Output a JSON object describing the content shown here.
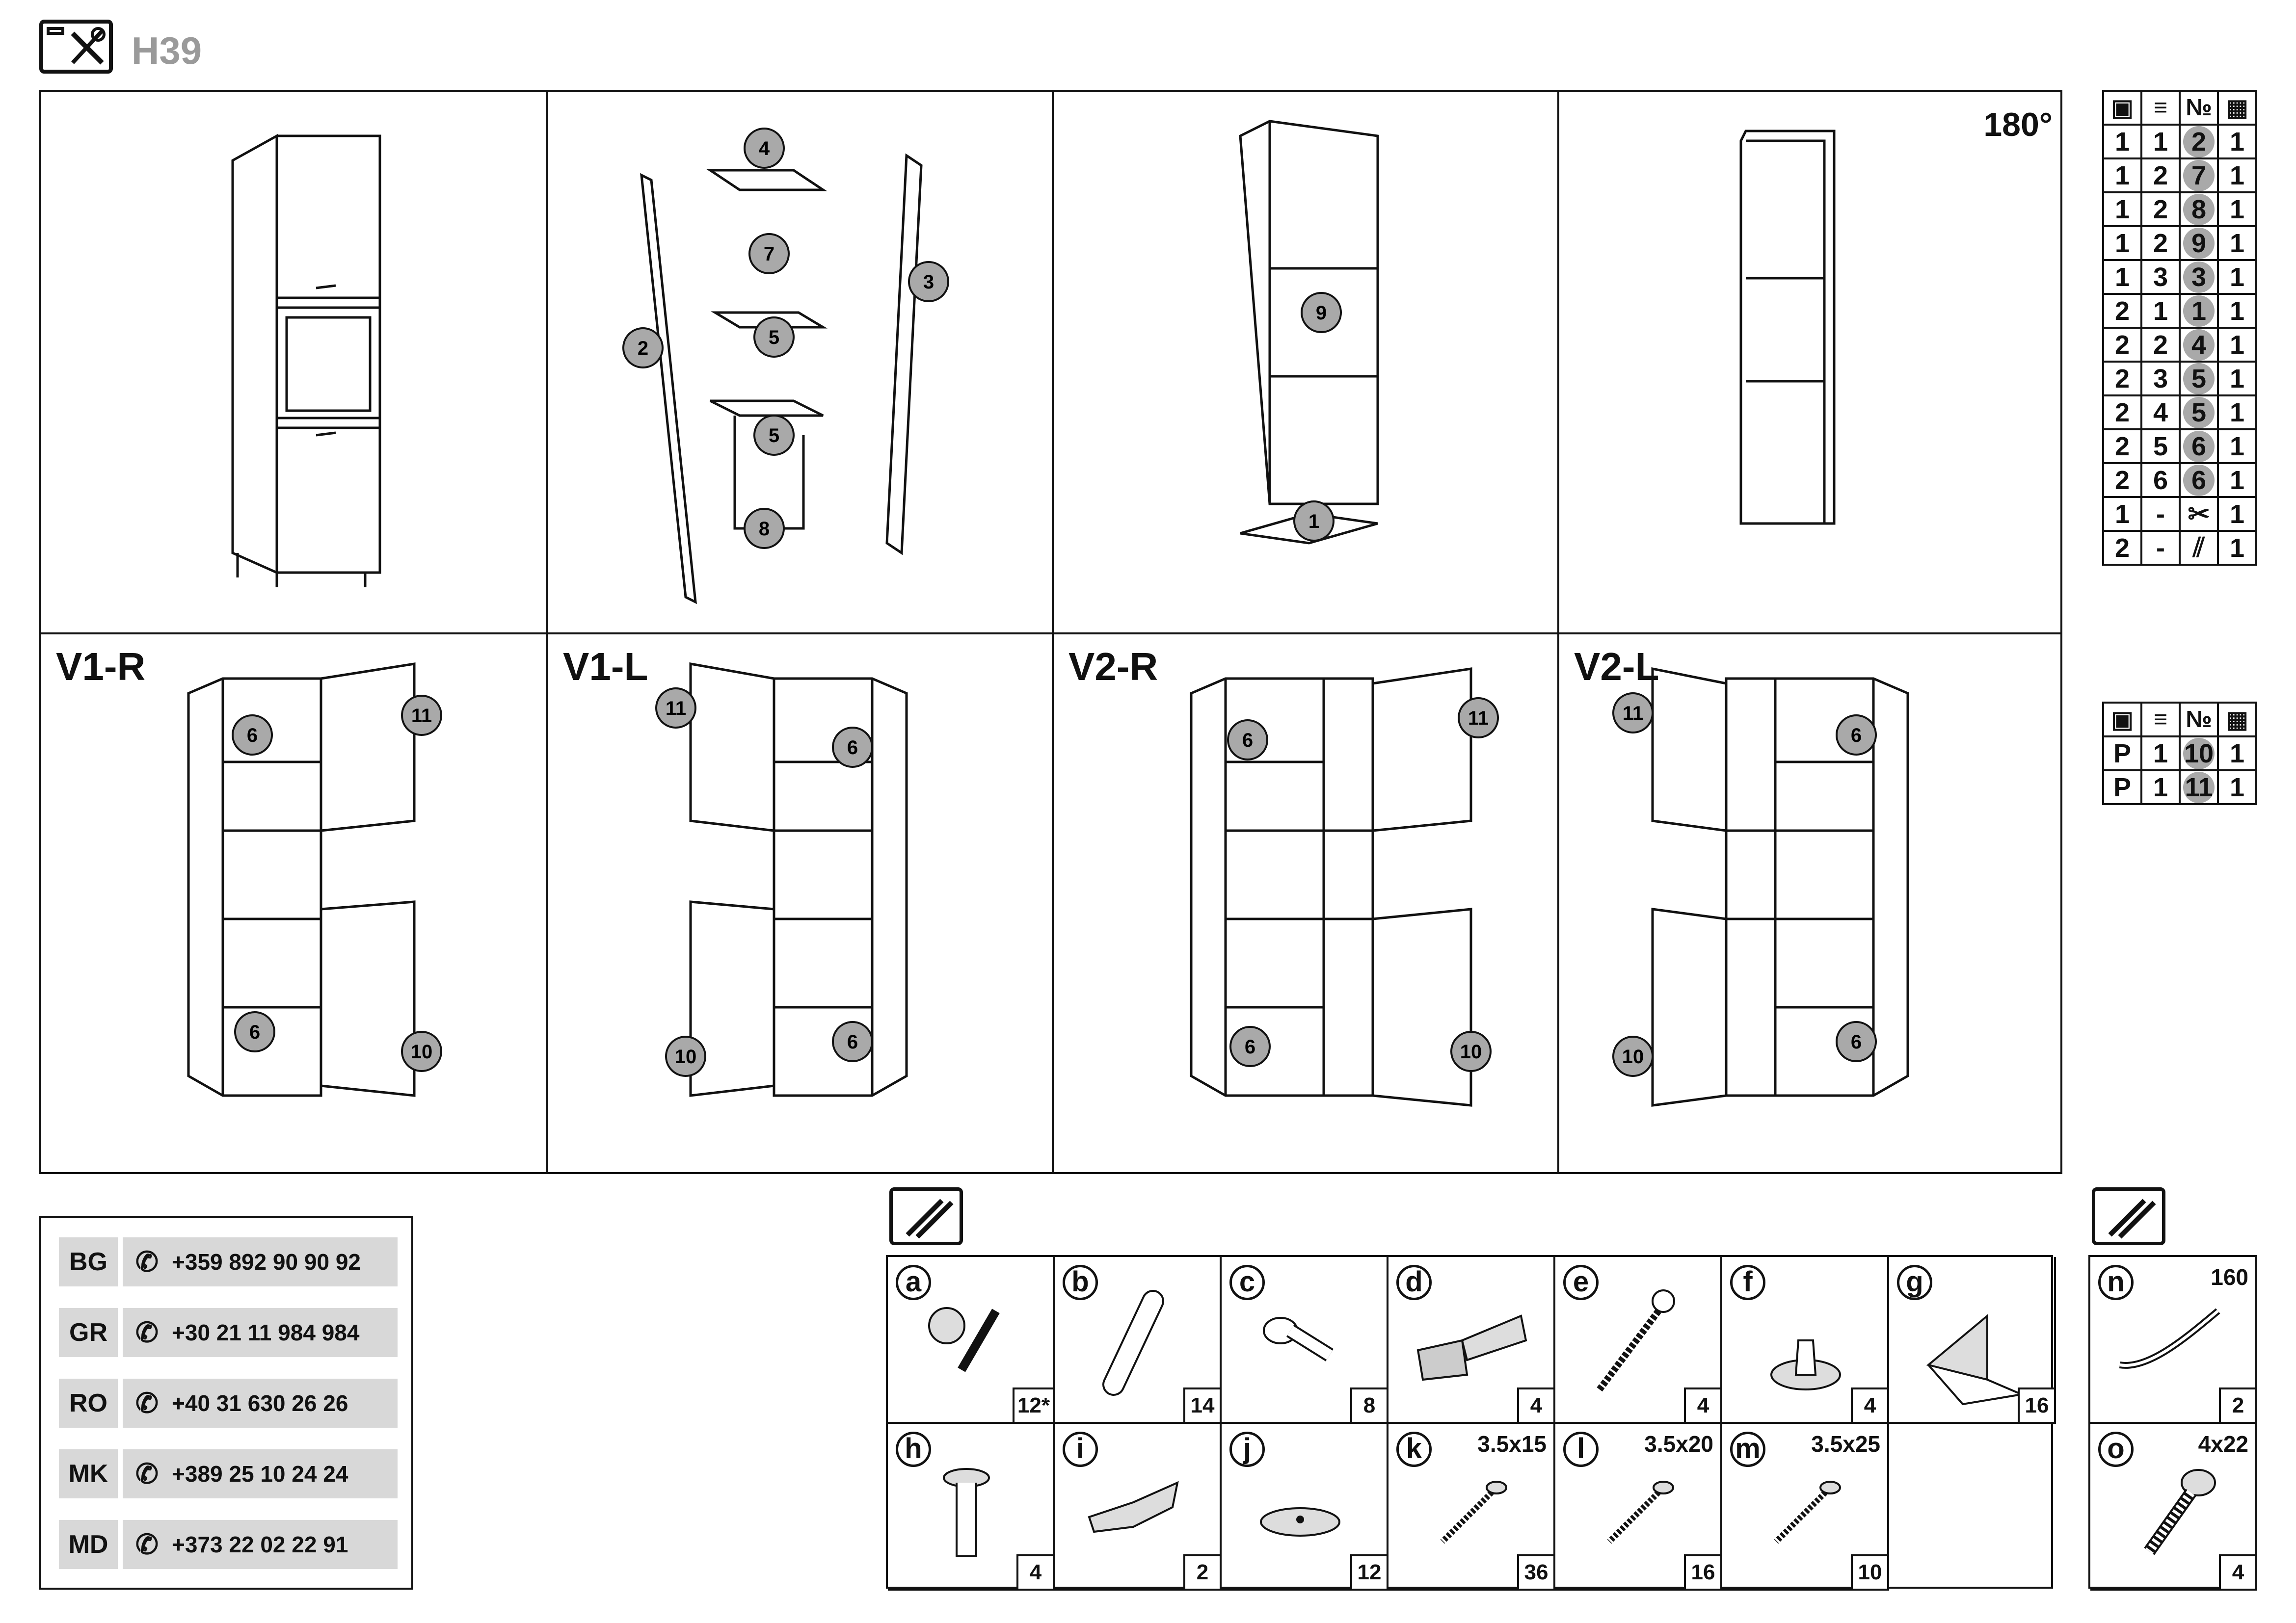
{
  "header": {
    "code": "H39",
    "icon": "tools-icon"
  },
  "steps": {
    "rotate_label": "180°",
    "variants": [
      "V1-R",
      "V1-L",
      "V2-R",
      "V2-L"
    ]
  },
  "parts_table": {
    "icons": [
      "box-icon",
      "stack-icon",
      "number-sign",
      "quantity-icon"
    ],
    "number_header": "№",
    "rows": [
      [
        "1",
        "1",
        "2",
        "1"
      ],
      [
        "1",
        "2",
        "7",
        "1"
      ],
      [
        "1",
        "2",
        "8",
        "1"
      ],
      [
        "1",
        "2",
        "9",
        "1"
      ],
      [
        "1",
        "3",
        "3",
        "1"
      ],
      [
        "2",
        "1",
        "1",
        "1"
      ],
      [
        "2",
        "2",
        "4",
        "1"
      ],
      [
        "2",
        "3",
        "5",
        "1"
      ],
      [
        "2",
        "4",
        "5",
        "1"
      ],
      [
        "2",
        "5",
        "6",
        "1"
      ],
      [
        "2",
        "6",
        "6",
        "1"
      ],
      [
        "1",
        "-",
        "tools-icon",
        "1"
      ],
      [
        "2",
        "-",
        "hardware-icon",
        "1"
      ]
    ]
  },
  "doors_table": {
    "number_header": "№",
    "rows": [
      [
        "P",
        "1",
        "10",
        "1"
      ],
      [
        "P",
        "1",
        "11",
        "1"
      ]
    ]
  },
  "phones": [
    {
      "code": "BG",
      "number": "+359 892 90 90 92"
    },
    {
      "code": "GR",
      "number": "+30 21 11 984 984"
    },
    {
      "code": "RO",
      "number": "+40 31 630 26 26"
    },
    {
      "code": "MK",
      "number": "+389 25 10 24 24"
    },
    {
      "code": "MD",
      "number": "+373 22 02 22 91"
    }
  ],
  "hardware": [
    {
      "letter": "a",
      "qty": "12*",
      "size": "",
      "icon": "cam-lock-icon"
    },
    {
      "letter": "b",
      "qty": "14",
      "size": "",
      "icon": "dowel-icon"
    },
    {
      "letter": "c",
      "qty": "8",
      "size": "",
      "icon": "shelf-pin-icon"
    },
    {
      "letter": "d",
      "qty": "4",
      "size": "",
      "icon": "hinge-icon"
    },
    {
      "letter": "e",
      "qty": "4",
      "size": "",
      "icon": "confirmat-screw-icon"
    },
    {
      "letter": "f",
      "qty": "4",
      "size": "",
      "icon": "glide-icon"
    },
    {
      "letter": "g",
      "qty": "16",
      "size": "",
      "icon": "corner-bracket-icon"
    },
    {
      "letter": "h",
      "qty": "4",
      "size": "",
      "icon": "leg-icon"
    },
    {
      "letter": "i",
      "qty": "2",
      "size": "",
      "icon": "plinth-clip-icon"
    },
    {
      "letter": "j",
      "qty": "12",
      "size": "",
      "icon": "disc-icon"
    },
    {
      "letter": "k",
      "qty": "36",
      "size": "3.5x15",
      "icon": "screw-icon"
    },
    {
      "letter": "l",
      "qty": "16",
      "size": "3.5x20",
      "icon": "screw-icon"
    },
    {
      "letter": "m",
      "qty": "10",
      "size": "3.5x25",
      "icon": "screw-icon"
    }
  ],
  "handles": [
    {
      "letter": "n",
      "qty": "2",
      "size": "160",
      "icon": "handle-icon"
    },
    {
      "letter": "o",
      "qty": "4",
      "size": "4x22",
      "icon": "bolt-icon"
    }
  ]
}
